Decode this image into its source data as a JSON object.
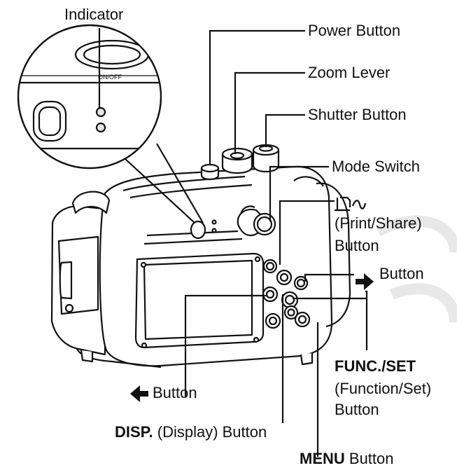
{
  "labels": {
    "indicator": "Indicator",
    "power_button": "Power Button",
    "zoom_lever": "Zoom Lever",
    "shutter_button": "Shutter Button",
    "mode_switch": "Mode Switch",
    "print_share_line1": "(Print/Share)",
    "print_share_line2": "Button",
    "right_button": "Button",
    "func_set_bold": "FUNC./SET",
    "func_set_line2": "(Function/Set)",
    "func_set_line3": "Button",
    "left_button": "Button",
    "disp_bold": "DISP.",
    "disp_rest": " (Display) Button",
    "menu_bold": "MENU",
    "menu_rest": " Button",
    "inset_switch_text": "ON/OFF"
  },
  "icons": {
    "print_share": "print-share-icon",
    "right_arrow": "right-arrow-icon",
    "left_arrow": "left-arrow-icon"
  },
  "colors": {
    "ink": "#111111",
    "watermark": "#e6e6e6",
    "background": "#ffffff"
  }
}
